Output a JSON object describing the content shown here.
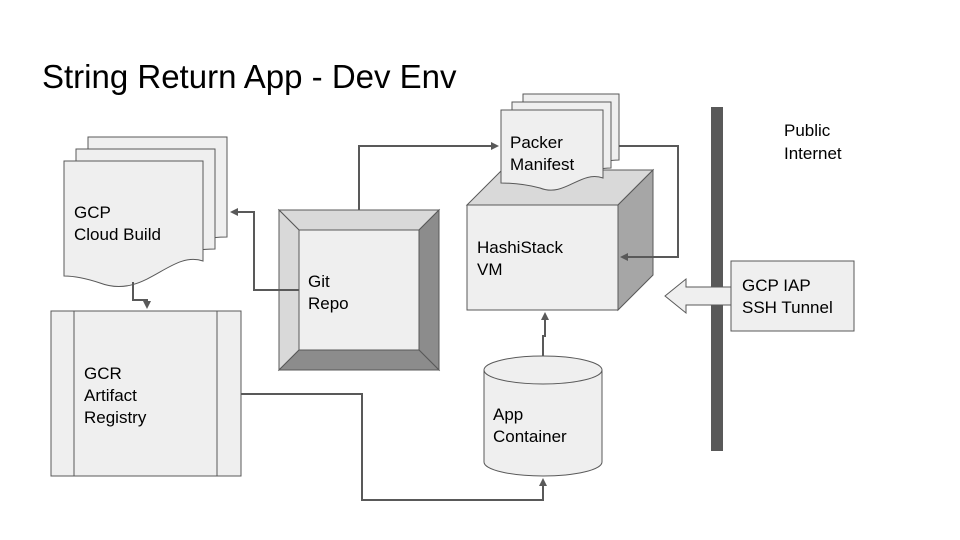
{
  "title": "String Return App - Dev Env",
  "nodes": {
    "cloud_build": {
      "line1": "GCP",
      "line2": "Cloud Build"
    },
    "artifact_registry": {
      "line1": "GCR",
      "line2": "Artifact",
      "line3": "Registry"
    },
    "git_repo": {
      "line1": "Git",
      "line2": "Repo"
    },
    "packer_manifest": {
      "line1": "Packer",
      "line2": "Manifest"
    },
    "hashistack_vm": {
      "line1": "HashiStack",
      "line2": "VM"
    },
    "app_container": {
      "line1": "App",
      "line2": "Container"
    },
    "iap_tunnel": {
      "line1": "GCP IAP",
      "line2": "SSH Tunnel"
    },
    "public_internet": {
      "line1": "Public",
      "line2": "Internet"
    }
  },
  "colors": {
    "shape_fill": "#efefef",
    "shape_stroke": "#595959",
    "shade_light": "#d9d9d9",
    "shade_dark": "#999999",
    "barrier": "#595959",
    "connector": "#595959"
  }
}
